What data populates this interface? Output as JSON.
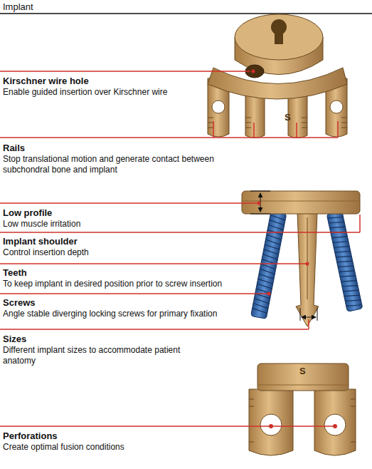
{
  "diagram": {
    "title": "Implant",
    "labels": [
      "Kirschner wire hole",
      "Enable guided insertion over Kirschner wire",
      "Rails",
      "Stop translational motion and generate contact between subchondral bone and implant",
      "Low profile",
      "Low muscle irritation",
      "Implant shoulder",
      "Control insertion depth",
      "Teeth",
      "To keep implant in desired position prior to screw insertion",
      "Screws",
      "Angle stable diverging locking screws for primary fixation",
      "Sizes",
      "Different implant sizes to accommodate patient anatomy",
      "Perforations",
      "Create optimal fusion conditions",
      "S",
      "S"
    ]
  }
}
